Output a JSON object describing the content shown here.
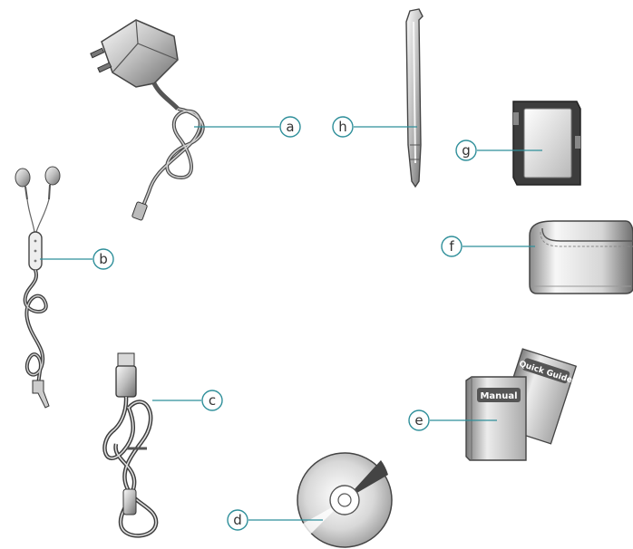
{
  "callouts": {
    "a": "a",
    "b": "b",
    "c": "c",
    "d": "d",
    "e": "e",
    "f": "f",
    "g": "g",
    "h": "h"
  },
  "booklets": {
    "manual": "Manual",
    "quick_guide": "Quick Guide"
  },
  "colors": {
    "callout_line": "#2f8f9a",
    "outline": "#444444",
    "metal_light": "#f2f2f2",
    "metal_dark": "#7a7a7a"
  }
}
